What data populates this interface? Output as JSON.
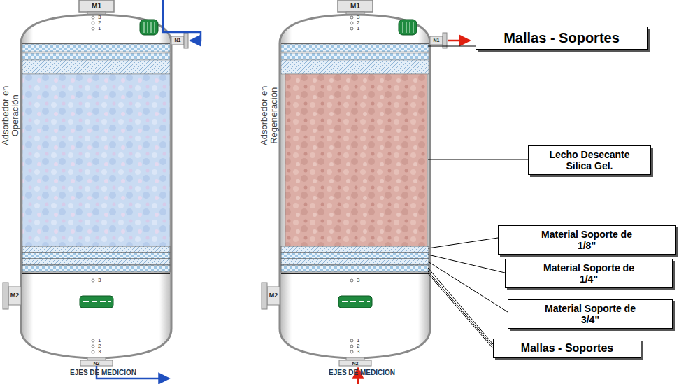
{
  "diagram": {
    "nodes": [
      {
        "text": [
          "Mallas - Soportes"
        ]
      },
      {
        "text": [
          "Lecho Desecante Silica Gel."
        ]
      },
      {
        "text": [
          "Material Soporte de 1/8\""
        ]
      },
      {
        "text": [
          "Material Soporte de 1/4\""
        ]
      },
      {
        "text": [
          "Material Soporte de 3/4\""
        ]
      },
      {
        "text": [
          "Mallas - Soportes"
        ]
      }
    ],
    "edges": [],
    "labels": [
      "M1",
      "3",
      "2",
      "1",
      "N1",
      "Adsorbedor en Operación",
      "M2",
      "3",
      "1",
      "2",
      "3",
      "N2",
      "EJES DE MEDICION",
      "M1",
      "3",
      "2",
      "1",
      "N1",
      "Adsorbedor en Regeneración",
      "M2",
      "3",
      "1",
      "2",
      "3",
      "N2",
      "EJES DE MEDICION"
    ]
  }
}
